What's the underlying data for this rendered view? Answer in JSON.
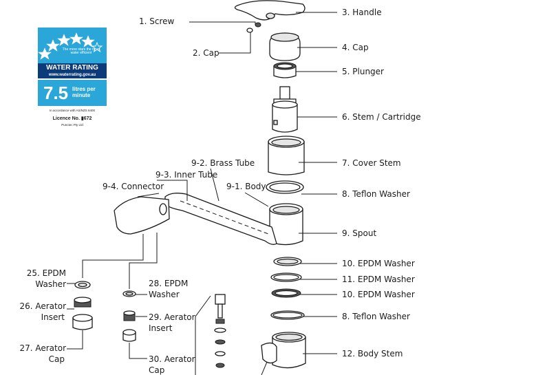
{
  "badge": {
    "note": "The more stars the more water efficient",
    "title": "WATER RATING",
    "url": "www.waterrating.gov.au",
    "rating_value": "7.5",
    "rating_unit": "litres per minute",
    "standard": "In accordance with AS/NZS 6400",
    "licence": "Licence No. ▮672",
    "company": "Punctec Pty Ltd",
    "stars_colour": "#2aa6d9",
    "title_colour": "#0b3b79"
  },
  "labels": {
    "screw": "1. Screw",
    "cap_small": "2. Cap",
    "handle": "3. Handle",
    "cap": "4. Cap",
    "plunger": "5. Plunger",
    "stem_cartridge": "6. Stem / Cartridge",
    "cover_stem": "7. Cover Stem",
    "teflon_washer_1": "8. Teflon Washer",
    "spout": "9. Spout",
    "body": "9-1. Body",
    "brass_tube": "9-2. Brass Tube",
    "inner_tube": "9-3. Inner Tube",
    "connector": "9-4. Connector",
    "epdm_washer_10a": "10. EPDM Washer",
    "epdm_washer_11": "11. EPDM Washer",
    "epdm_washer_10b": "10. EPDM Washer",
    "teflon_washer_2": "8. Teflon Washer",
    "body_stem": "12. Body Stem",
    "epdm_washer_25_line1": "25. EPDM",
    "epdm_washer_25_line2": "Washer",
    "aerator_insert_26_line1": "26. Aerator",
    "aerator_insert_26_line2": "Insert",
    "aerator_cap_27_line1": "27. Aerator",
    "aerator_cap_27_line2": "Cap",
    "epdm_washer_28_line1": "28. EPDM",
    "epdm_washer_28_line2": "Washer",
    "aerator_insert_29_line1": "29. Aerator",
    "aerator_insert_29_line2": "Insert",
    "aerator_cap_30_line1": "30. Aerator",
    "aerator_cap_30_line2": "Cap"
  }
}
